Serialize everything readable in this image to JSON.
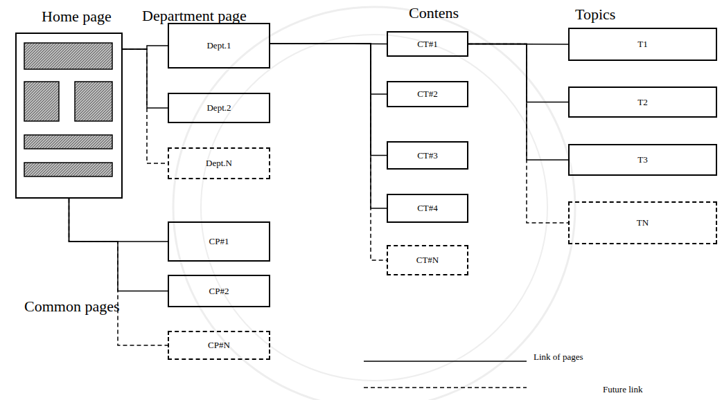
{
  "diagram": {
    "nodes": [
      {
        "text": [
          "Home page"
        ]
      },
      {
        "text": [
          "Dept.1"
        ]
      },
      {
        "text": [
          "Dept.2"
        ]
      },
      {
        "text": [
          "Dept.N"
        ]
      },
      {
        "text": [
          "CP#1"
        ]
      },
      {
        "text": [
          "CP#2"
        ]
      },
      {
        "text": [
          "CP#N"
        ]
      },
      {
        "text": [
          "CT#1"
        ]
      },
      {
        "text": [
          "CT#2"
        ]
      },
      {
        "text": [
          "CT#3"
        ]
      },
      {
        "text": [
          "CT#4"
        ]
      },
      {
        "text": [
          "CT#N"
        ]
      },
      {
        "text": [
          "T1"
        ]
      },
      {
        "text": [
          "T2"
        ]
      },
      {
        "text": [
          "T3"
        ]
      },
      {
        "text": [
          "TN"
        ]
      }
    ],
    "edges": [
      {
        "from": 0,
        "to": 1,
        "arrow": "none"
      },
      {
        "from": 0,
        "to": 2,
        "arrow": "none"
      },
      {
        "from": 0,
        "to": 3,
        "arrow": "none"
      },
      {
        "from": 0,
        "to": 4,
        "arrow": "none"
      },
      {
        "from": 0,
        "to": 5,
        "arrow": "none"
      },
      {
        "from": 0,
        "to": 6,
        "arrow": "none"
      },
      {
        "from": 1,
        "to": 7,
        "arrow": "none"
      },
      {
        "from": 1,
        "to": 8,
        "arrow": "none"
      },
      {
        "from": 1,
        "to": 9,
        "arrow": "none"
      },
      {
        "from": 1,
        "to": 10,
        "arrow": "none"
      },
      {
        "from": 1,
        "to": 11,
        "arrow": "none"
      },
      {
        "from": 7,
        "to": 12,
        "arrow": "none"
      },
      {
        "from": 7,
        "to": 13,
        "arrow": "none"
      },
      {
        "from": 7,
        "to": 14,
        "arrow": "none"
      },
      {
        "from": 7,
        "to": 15,
        "arrow": "none"
      }
    ],
    "labels": [
      "Department page",
      "Contens",
      "Topics",
      "Common pages"
    ],
    "legend": [
      {
        "text": "Link of pages"
      },
      {
        "text": "Future link"
      }
    ]
  }
}
